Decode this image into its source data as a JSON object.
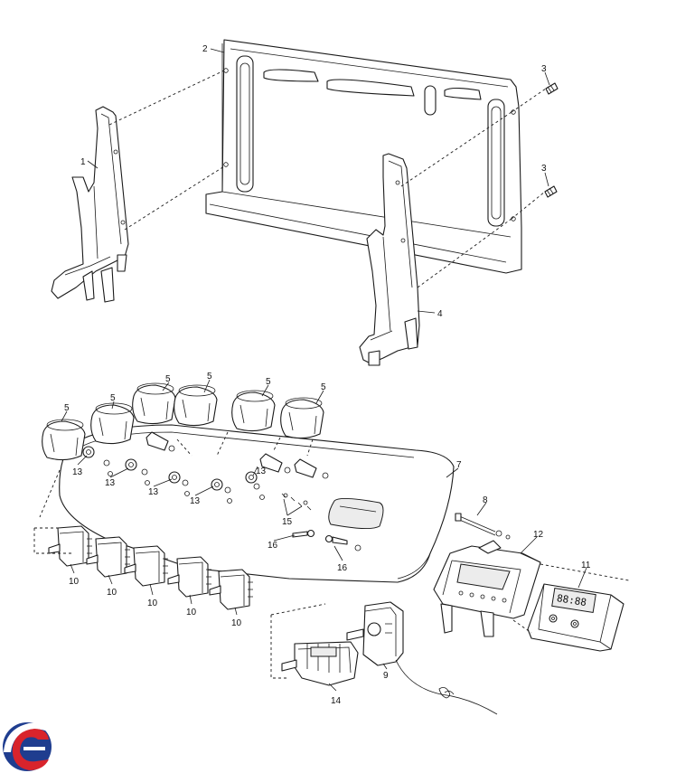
{
  "callouts": [
    "1",
    "2",
    "3",
    "3",
    "4",
    "5",
    "5",
    "5",
    "5",
    "5",
    "5",
    "7",
    "8",
    "9",
    "10",
    "10",
    "10",
    "10",
    "10",
    "11",
    "12",
    "13",
    "13",
    "13",
    "13",
    "13",
    "14",
    "15",
    "16",
    "16"
  ],
  "timer_display": "88:88",
  "logo": {
    "name": "brand-logo",
    "colors": [
      "#1f3d8f",
      "#d8242c"
    ]
  }
}
